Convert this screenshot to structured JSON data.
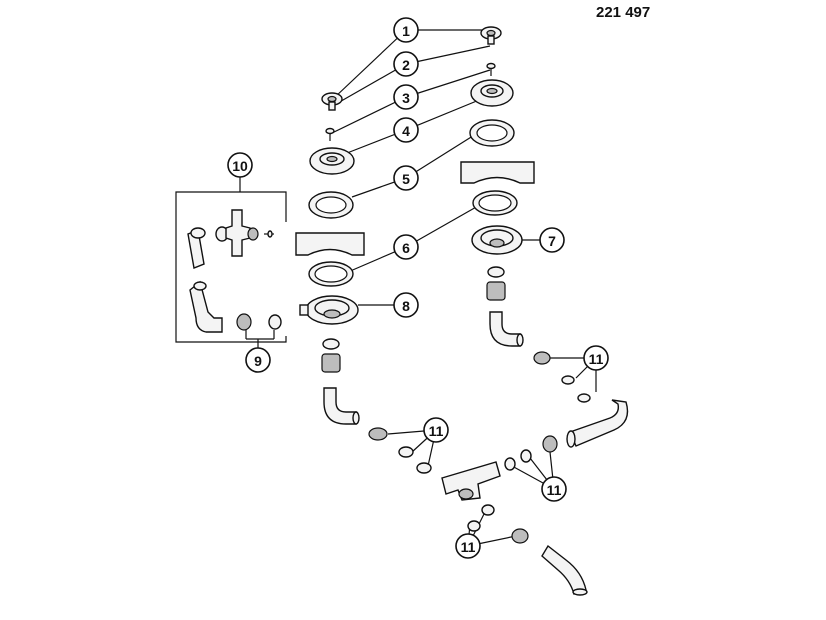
{
  "drawing_number": "221 497",
  "callouts": {
    "c1": "1",
    "c2": "2",
    "c3": "3",
    "c4": "4",
    "c5": "5",
    "c6": "6",
    "c7": "7",
    "c8": "8",
    "c9": "9",
    "c10": "10",
    "c11a": "11",
    "c11b": "11",
    "c11c": "11",
    "c11d": "11"
  },
  "colors": {
    "line": "#111111",
    "fill": "#f4f4f4",
    "shade": "#bdbdbd",
    "background": "#ffffff"
  }
}
